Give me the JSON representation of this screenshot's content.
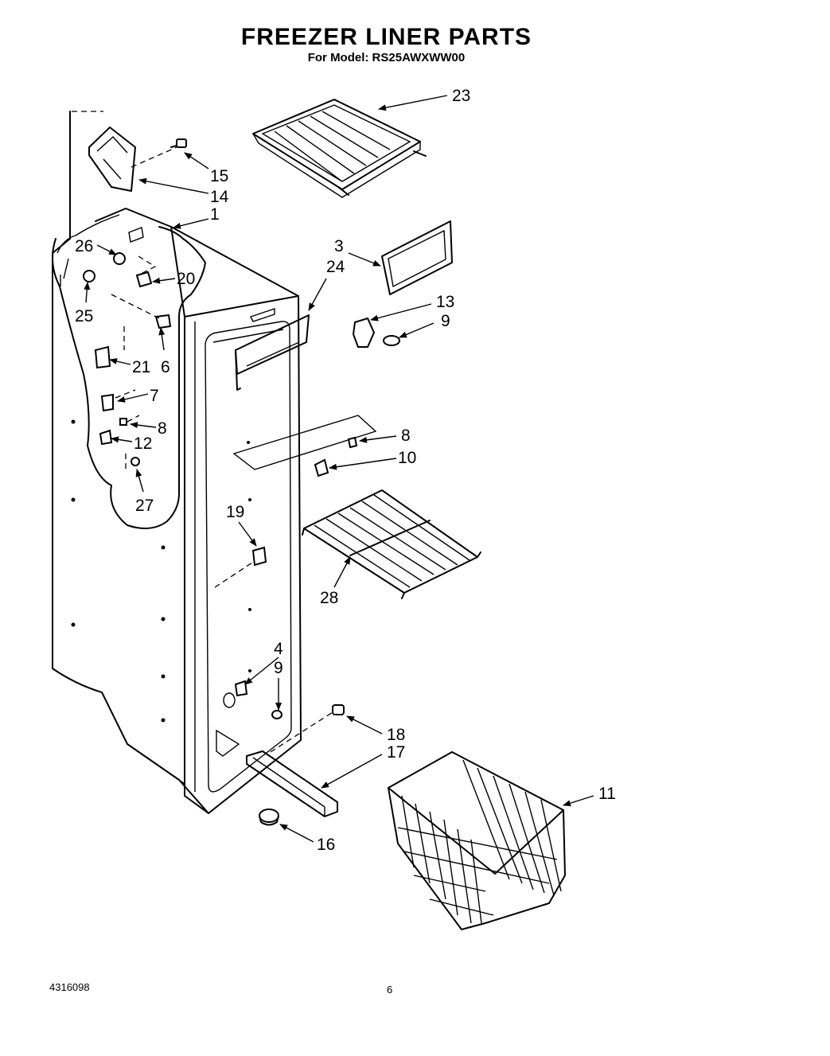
{
  "document": {
    "title": "FREEZER LINER PARTS",
    "subtitle": "For Model: RS25AWXWW00",
    "doc_number": "4316098",
    "page_number": "6"
  },
  "callouts": [
    {
      "id": "c1",
      "label": "1"
    },
    {
      "id": "c3",
      "label": "3"
    },
    {
      "id": "c4",
      "label": "4"
    },
    {
      "id": "c6",
      "label": "6"
    },
    {
      "id": "c7",
      "label": "7"
    },
    {
      "id": "c8a",
      "label": "8"
    },
    {
      "id": "c8b",
      "label": "8"
    },
    {
      "id": "c9a",
      "label": "9"
    },
    {
      "id": "c9b",
      "label": "9"
    },
    {
      "id": "c10",
      "label": "10"
    },
    {
      "id": "c11",
      "label": "11"
    },
    {
      "id": "c12",
      "label": "12"
    },
    {
      "id": "c13",
      "label": "13"
    },
    {
      "id": "c14",
      "label": "14"
    },
    {
      "id": "c15",
      "label": "15"
    },
    {
      "id": "c16",
      "label": "16"
    },
    {
      "id": "c17",
      "label": "17"
    },
    {
      "id": "c18",
      "label": "18"
    },
    {
      "id": "c19",
      "label": "19"
    },
    {
      "id": "c20",
      "label": "20"
    },
    {
      "id": "c21",
      "label": "21"
    },
    {
      "id": "c23",
      "label": "23"
    },
    {
      "id": "c24",
      "label": "24"
    },
    {
      "id": "c25",
      "label": "25"
    },
    {
      "id": "c26",
      "label": "26"
    },
    {
      "id": "c27",
      "label": "27"
    },
    {
      "id": "c28",
      "label": "28"
    }
  ]
}
